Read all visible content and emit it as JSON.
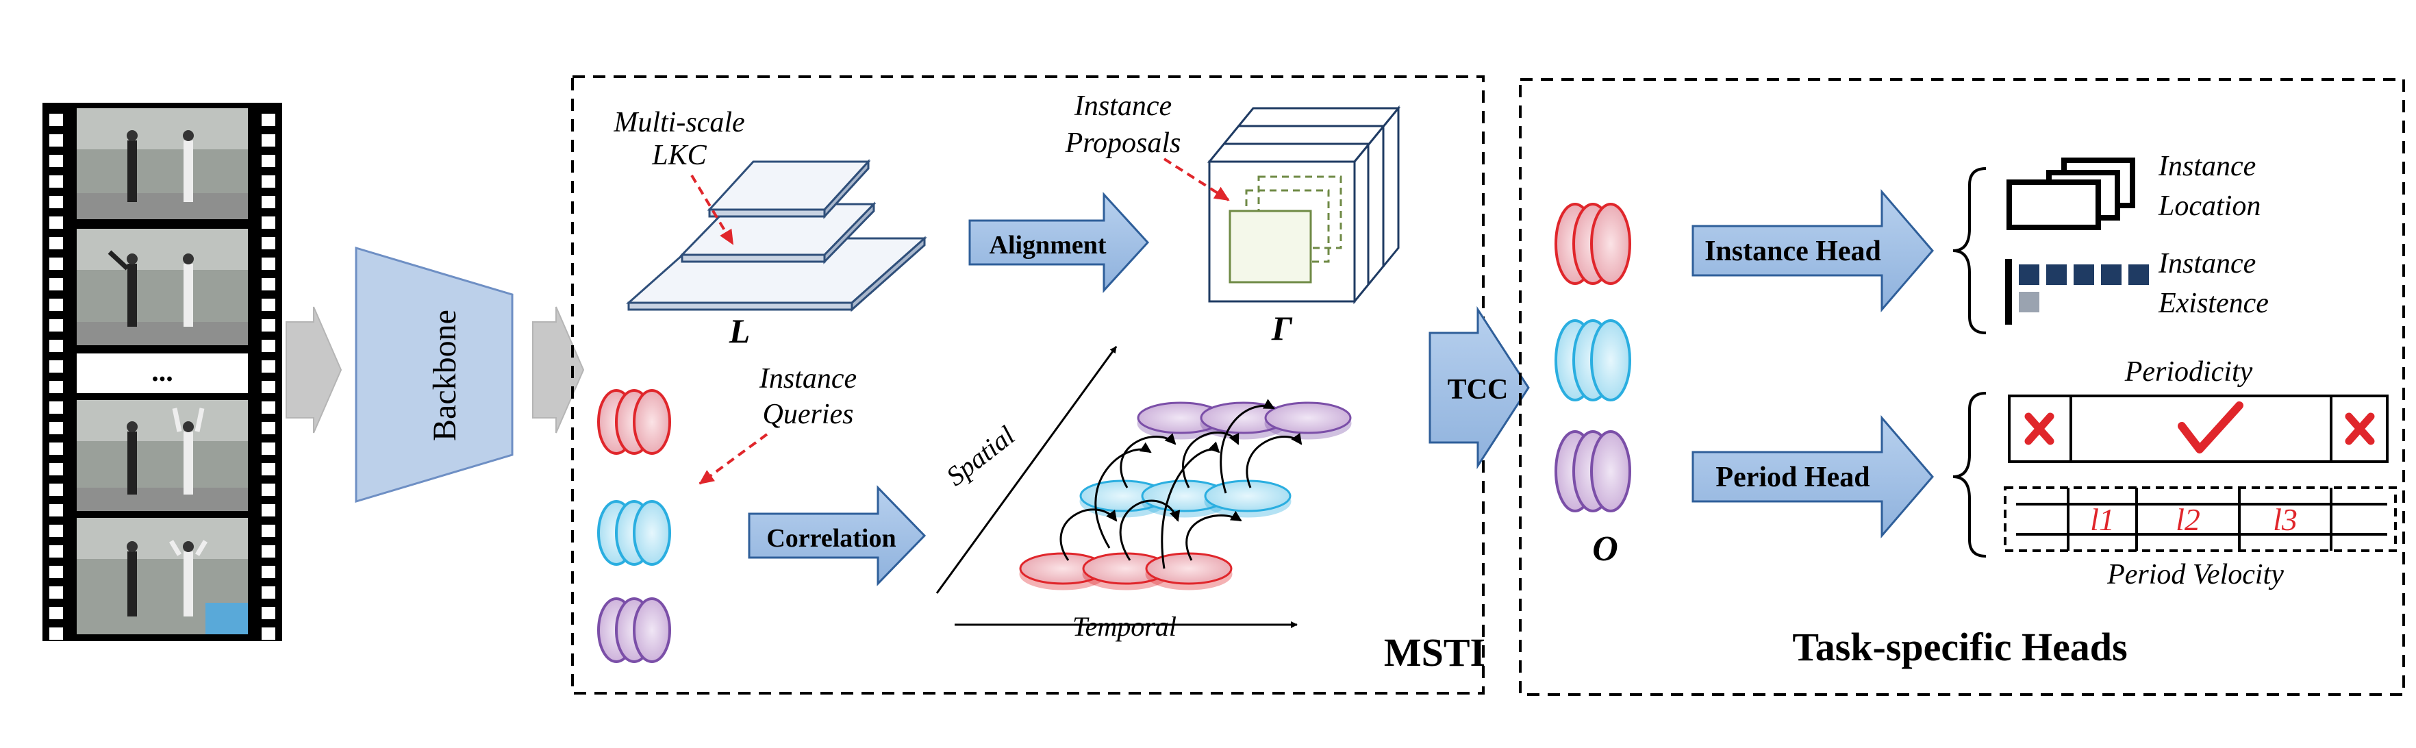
{
  "frames": {
    "ellipsis": "..."
  },
  "backbone": {
    "label": "Backbone"
  },
  "msti": {
    "title": "MSTI",
    "lkc_label_line1": "Multi-scale",
    "lkc_label_line2": "LKC",
    "stack_symbol": "L",
    "alignment_label": "Alignment",
    "proposals_label_line1": "Instance",
    "proposals_label_line2": "Proposals",
    "cube_symbol": "Γ",
    "queries_label_line1": "Instance",
    "queries_label_line2": "Queries",
    "correlation_label": "Correlation",
    "spatial_label": "Spatial",
    "temporal_label": "Temporal"
  },
  "tcc": {
    "label": "TCC"
  },
  "heads": {
    "title": "Task-specific Heads",
    "output_symbol": "O",
    "instance_head_label": "Instance Head",
    "instance_location_line1": "Instance",
    "instance_location_line2": "Location",
    "instance_existence_line1": "Instance",
    "instance_existence_line2": "Existence",
    "period_head_label": "Period Head",
    "periodicity_label": "Periodicity",
    "period_velocity_label": "Period Velocity",
    "velocity_cells": [
      "l1",
      "l2",
      "l3"
    ]
  },
  "colors": {
    "red": "#e0262b",
    "cyan": "#2aaee0",
    "purple": "#7b4fa8",
    "arrow_blue": "#9dbde4",
    "arrow_border": "#2f5f9a",
    "gray_arrow": "#c8c8c8",
    "dark_navy": "#1f3b63",
    "box_green": "#6f8a45"
  }
}
